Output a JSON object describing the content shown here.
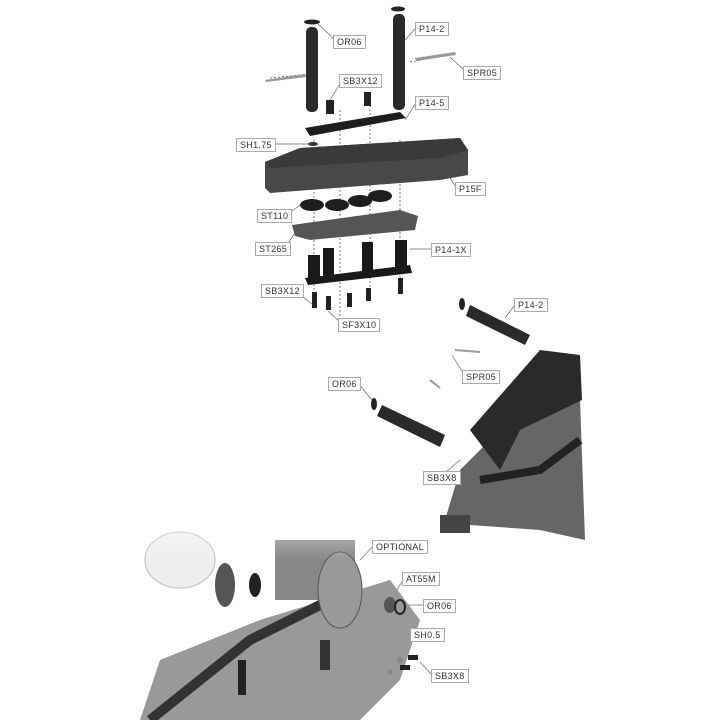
{
  "diagram": {
    "top_assembly": {
      "labels": [
        "OR06",
        "P14-2",
        "SPR05",
        "SB3X12",
        "P14-5",
        "SH1.75",
        "P15F",
        "ST110",
        "ST265",
        "P14-1X",
        "SB3X12",
        "SF3X10"
      ]
    },
    "middle_assembly": {
      "labels": [
        "P14-2",
        "SPR05",
        "OR06",
        "SB3X8"
      ]
    },
    "bottom_assembly": {
      "labels": [
        "OPTIONAL",
        "AT55M",
        "OR06",
        "SH0.5",
        "SB3X8"
      ]
    },
    "colors": {
      "part": "#222222",
      "part_mid": "#3a3a3a",
      "bumper": "#444444",
      "chassis": "#888888",
      "label_border": "#aaaaaa",
      "leader": "#666666"
    }
  }
}
